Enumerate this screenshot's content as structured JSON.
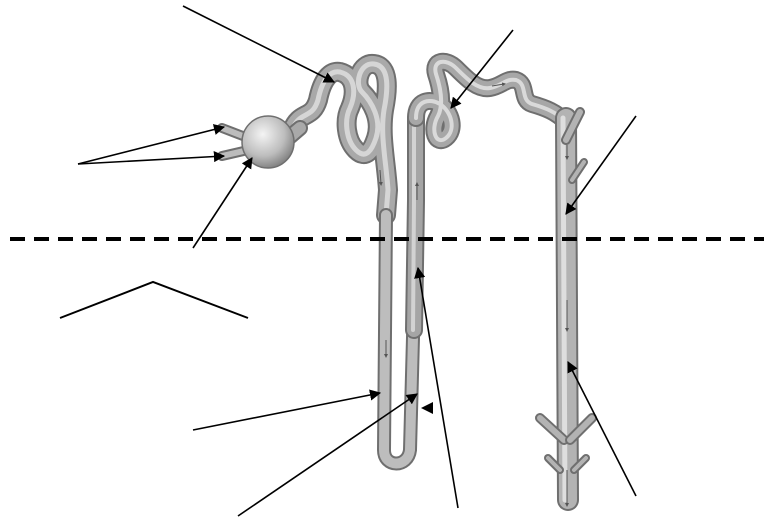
{
  "diagram": {
    "subject": "nephron",
    "labels_printed": false,
    "tube_color": "#9c9c9c",
    "tube_highlight": "#d8d8d8",
    "tube_outline": "#6f6f6f",
    "line_color": "#000000"
  },
  "leaders": [
    {
      "name": "leader-top-left"
    },
    {
      "name": "leader-glomerulus-upper"
    },
    {
      "name": "leader-glomerulus-lower"
    },
    {
      "name": "leader-bowman-capsule"
    },
    {
      "name": "leader-distal-tubule"
    },
    {
      "name": "leader-collecting-duct-upper"
    },
    {
      "name": "leader-descending-limb"
    },
    {
      "name": "leader-loop-bottom"
    },
    {
      "name": "leader-ascending-limb"
    },
    {
      "name": "leader-collecting-duct-lower"
    }
  ]
}
